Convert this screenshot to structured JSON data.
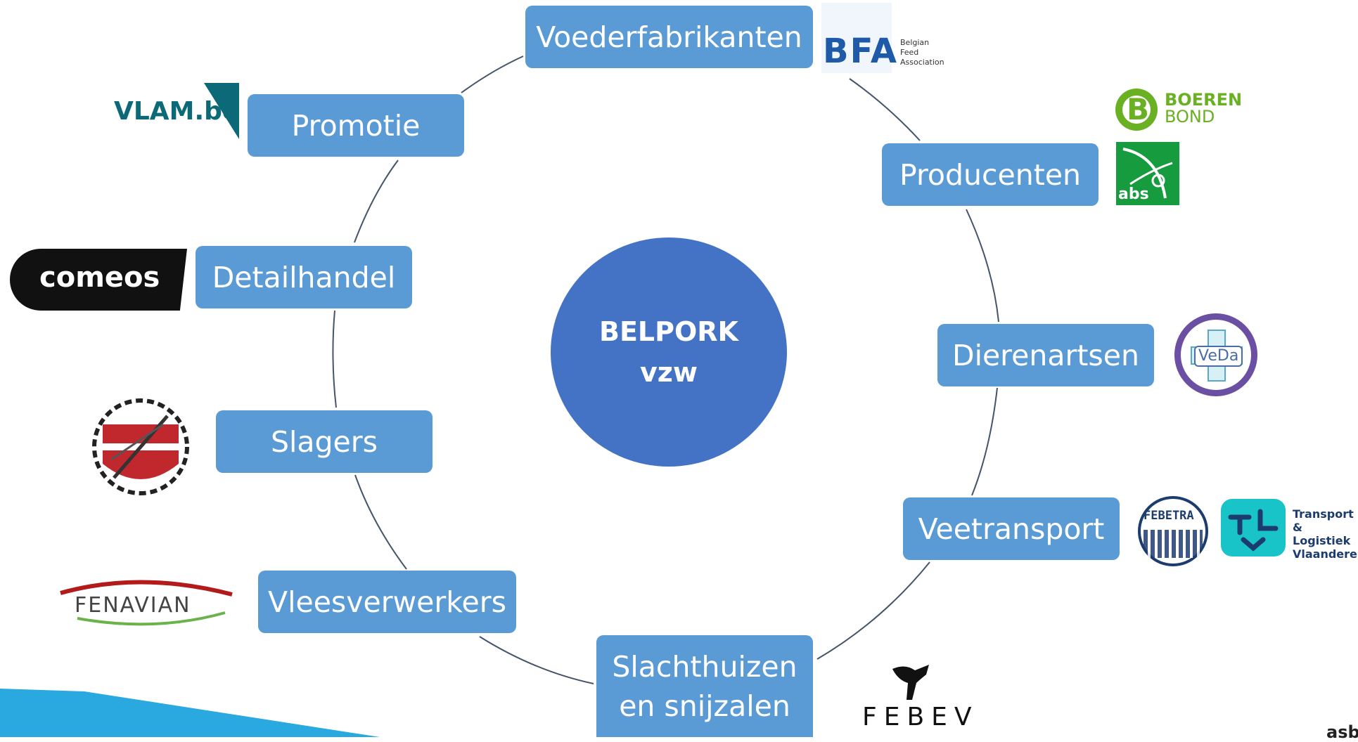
{
  "center": {
    "line1": "BELPORK",
    "line2": "vzw"
  },
  "nodes": {
    "voederfabrikanten": "Voederfabrikanten",
    "producenten": "Producenten",
    "dierenartsen": "Dierenartsen",
    "veetransport": "Veetransport",
    "slachthuizen_line1": "Slachthuizen",
    "slachthuizen_line2": "en snijzalen",
    "vleesverwerkers": "Vleesverwerkers",
    "slagers": "Slagers",
    "detailhandel": "Detailhandel",
    "promotie": "Promotie"
  },
  "logos": {
    "bfa": {
      "mark": "BFA",
      "name": "Belgian Feed Association"
    },
    "boerenbond": {
      "line1": "BOEREN",
      "line2": "BOND"
    },
    "abs": "abs",
    "veda": "VeDa",
    "febetra": "FEBETRA",
    "tlv": "Transport & Logistiek Vlaanderen",
    "febev": "FEBEV",
    "fenavian": "FENAVIAN",
    "comeos": "comeos",
    "vlam": "VLAM.be",
    "corner_text": "asb"
  },
  "colors": {
    "center": "#4472c4",
    "node": "#5b9bd5",
    "ring": "#44546a",
    "accent": "#29a9e0"
  }
}
